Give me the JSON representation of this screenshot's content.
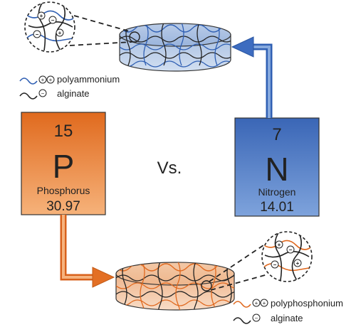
{
  "vs_label": "Vs.",
  "phosphorus": {
    "number": "15",
    "symbol": "P",
    "name": "Phosphorus",
    "mass": "30.97",
    "color": "#e9762a",
    "color_light": "#f4a062"
  },
  "nitrogen": {
    "number": "7",
    "symbol": "N",
    "name": "Nitrogen",
    "mass": "14.01",
    "color": "#3f6fc1",
    "color_light": "#6e98d9"
  },
  "legend_top": {
    "polycation_label": "polyammonium",
    "alginate_label": "alginate"
  },
  "legend_bottom": {
    "polycation_label": "polyphosphonium",
    "alginate_label": "alginate"
  },
  "charges": {
    "plus": "+",
    "minus": "−"
  }
}
